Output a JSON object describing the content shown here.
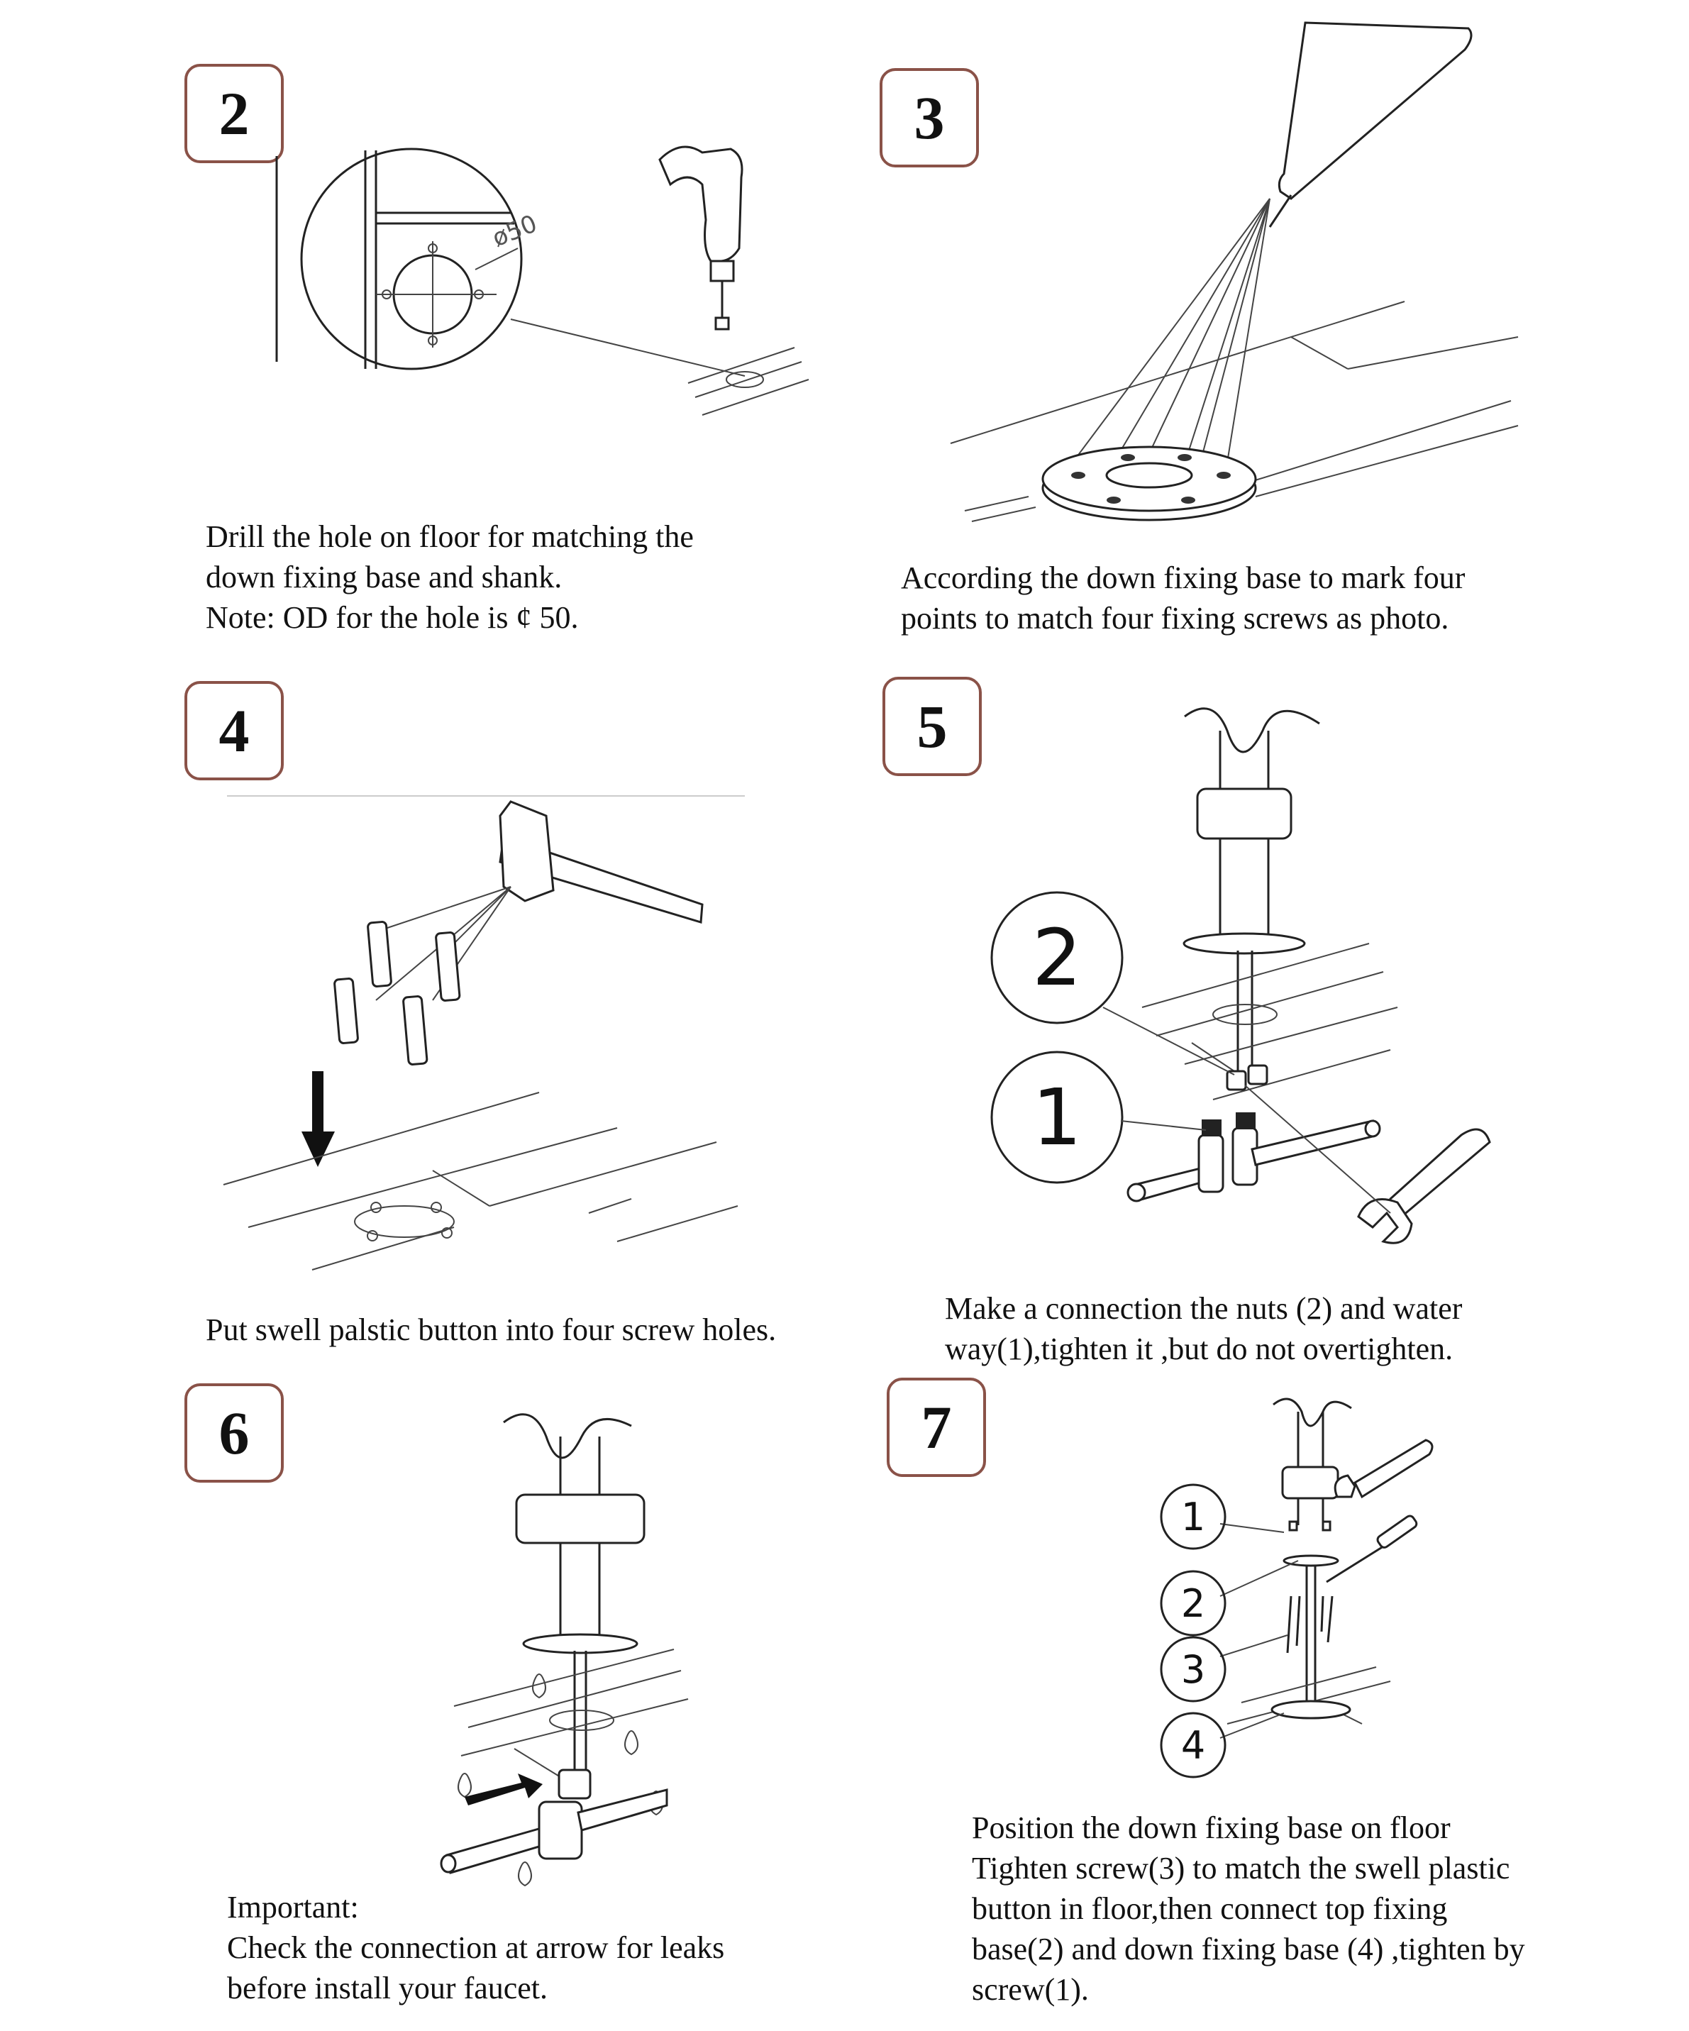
{
  "steps": [
    {
      "number": "2",
      "lines": [
        "Drill the hole on floor for matching the",
        "down fixing base and shank.",
        "Note: OD for the hole is  ¢ 50."
      ]
    },
    {
      "number": "3",
      "lines": [
        "According the down fixing base to mark four",
        "points to match four fixing screws as photo."
      ]
    },
    {
      "number": "4",
      "lines": [
        "Put swell palstic button into four screw holes."
      ]
    },
    {
      "number": "5",
      "lines": [
        "Make a connection the nuts (2) and water",
        "way(1),tighten it ,but do not overtighten."
      ]
    },
    {
      "number": "6",
      "lines": [
        "Important:",
        "Check the connection at arrow for leaks",
        "before install your faucet."
      ]
    },
    {
      "number": "7",
      "lines": [
        "Position the down fixing base on floor",
        "Tighten screw(3) to match the swell plastic",
        "button in floor,then connect top fixing",
        "base(2) and down fixing base (4) ,tighten by",
        "screw(1)."
      ]
    }
  ],
  "labels": {
    "diameter": "ø50",
    "step5_callouts": [
      "2",
      "1"
    ],
    "step7_callouts": [
      "1",
      "2",
      "3",
      "4"
    ]
  },
  "colors": {
    "step_border": "#8a5248",
    "line": "#222222"
  }
}
